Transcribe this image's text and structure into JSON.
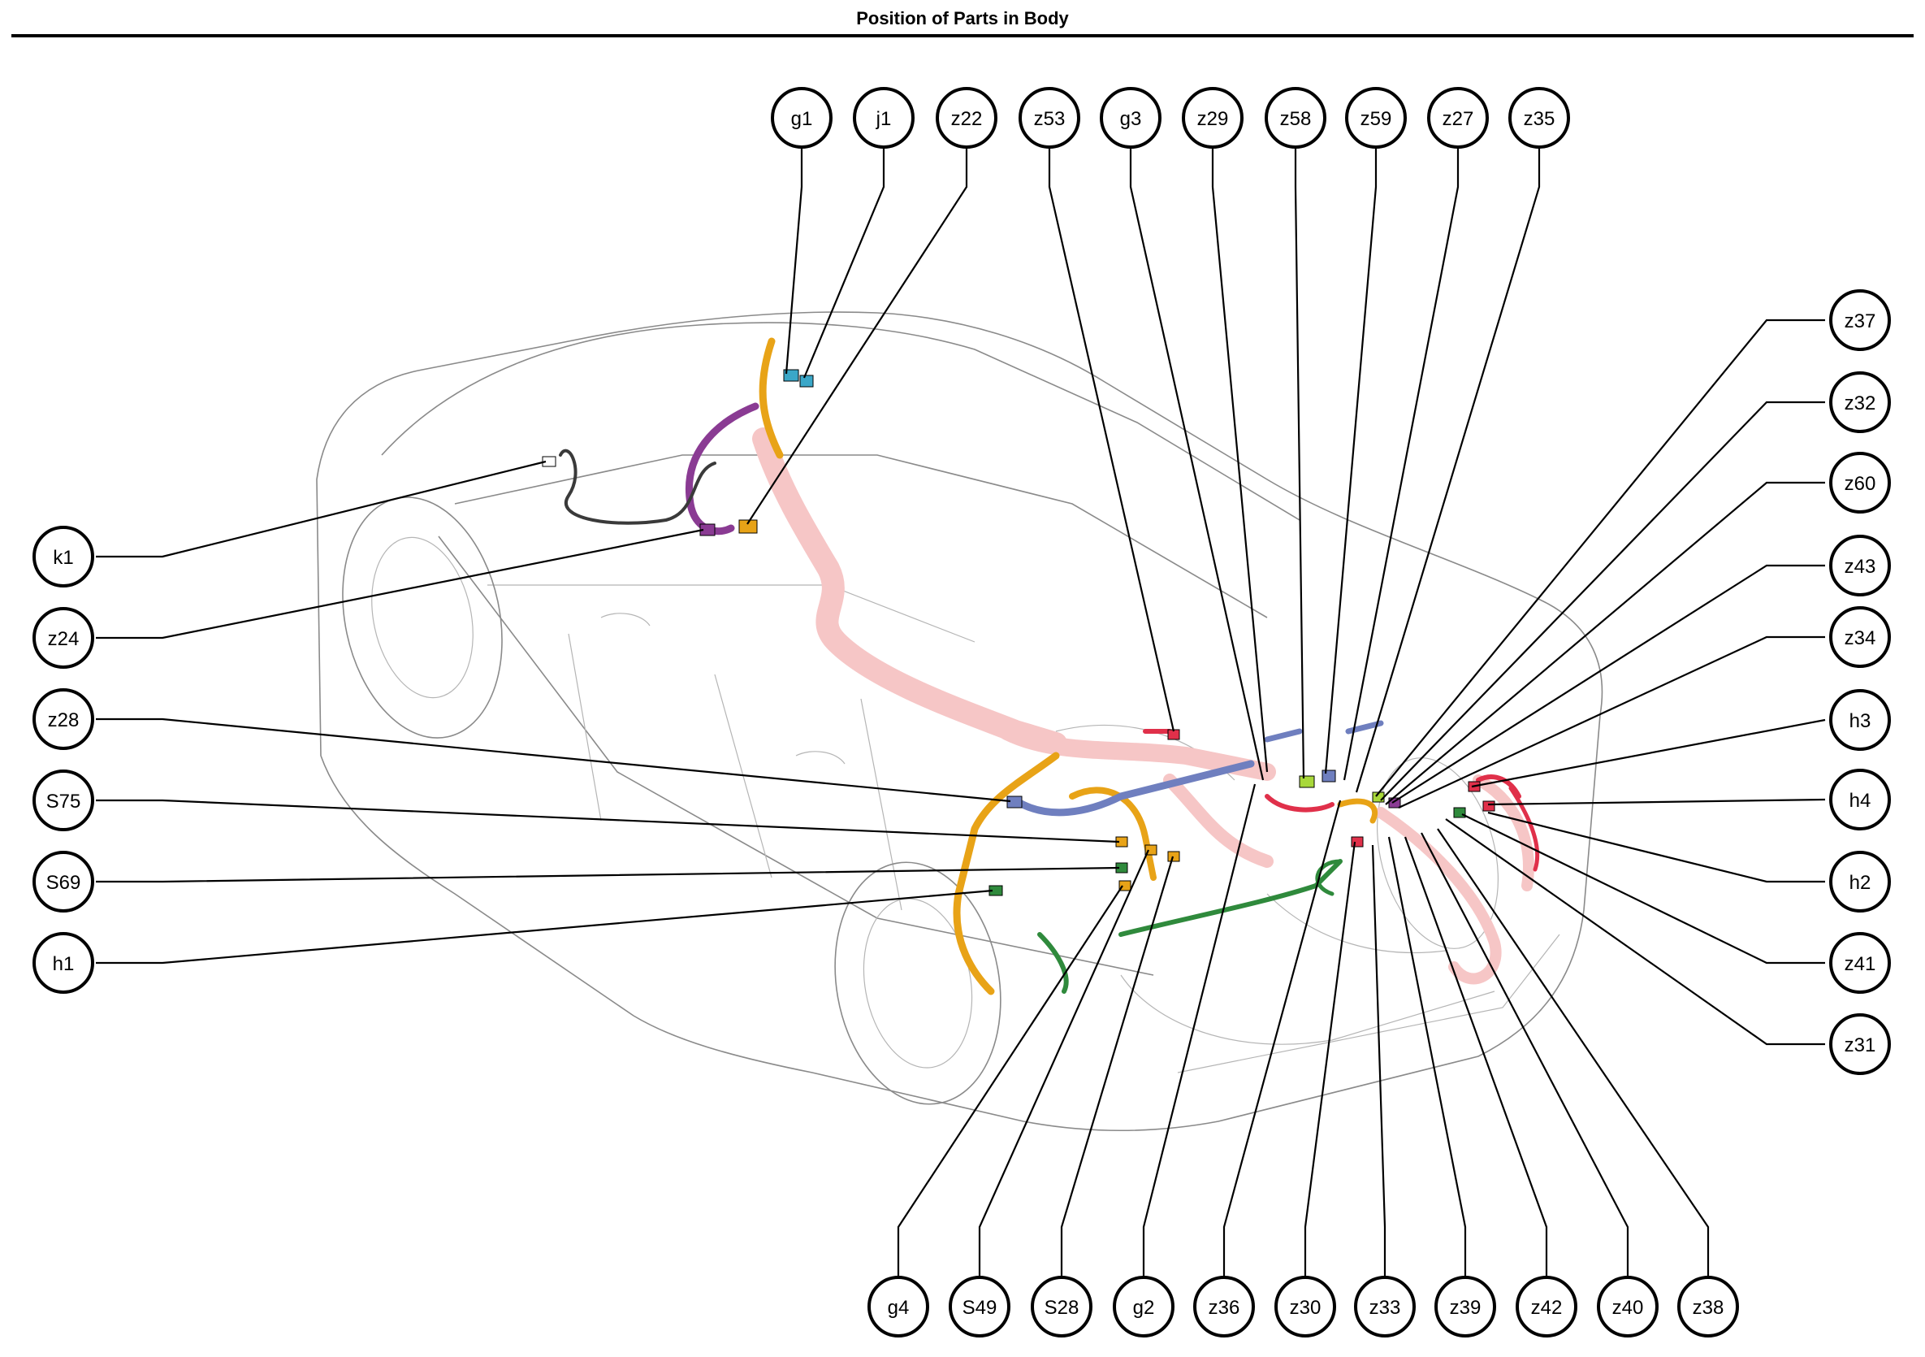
{
  "title": "Position of Parts in Body",
  "colors": {
    "harness_pink": "#f6c6c6",
    "harness_orange": "#e8a317",
    "harness_purple": "#8a3b93",
    "harness_blue": "#6f7fbf",
    "harness_green": "#2f8a3c",
    "harness_dark": "#3a3a3a",
    "connector_red": "#e0304a",
    "connector_lime": "#a8d83a",
    "connector_cyan": "#3aa7c8"
  },
  "callouts": [
    {
      "id": "g1",
      "label": "g1"
    },
    {
      "id": "j1",
      "label": "j1"
    },
    {
      "id": "z22",
      "label": "z22"
    },
    {
      "id": "z53",
      "label": "z53"
    },
    {
      "id": "g3",
      "label": "g3"
    },
    {
      "id": "z29",
      "label": "z29"
    },
    {
      "id": "z58",
      "label": "z58"
    },
    {
      "id": "z59",
      "label": "z59"
    },
    {
      "id": "z27",
      "label": "z27"
    },
    {
      "id": "z35",
      "label": "z35"
    },
    {
      "id": "z37",
      "label": "z37"
    },
    {
      "id": "z32",
      "label": "z32"
    },
    {
      "id": "z60",
      "label": "z60"
    },
    {
      "id": "z43",
      "label": "z43"
    },
    {
      "id": "z34",
      "label": "z34"
    },
    {
      "id": "h3",
      "label": "h3"
    },
    {
      "id": "h4",
      "label": "h4"
    },
    {
      "id": "h2",
      "label": "h2"
    },
    {
      "id": "z41",
      "label": "z41"
    },
    {
      "id": "z31",
      "label": "z31"
    },
    {
      "id": "k1",
      "label": "k1"
    },
    {
      "id": "z24",
      "label": "z24"
    },
    {
      "id": "z28",
      "label": "z28"
    },
    {
      "id": "S75",
      "label": "S75"
    },
    {
      "id": "S69",
      "label": "S69"
    },
    {
      "id": "h1",
      "label": "h1"
    },
    {
      "id": "g4",
      "label": "g4"
    },
    {
      "id": "S49",
      "label": "S49"
    },
    {
      "id": "S28",
      "label": "S28"
    },
    {
      "id": "g2",
      "label": "g2"
    },
    {
      "id": "z36",
      "label": "z36"
    },
    {
      "id": "z30",
      "label": "z30"
    },
    {
      "id": "z33",
      "label": "z33"
    },
    {
      "id": "z39",
      "label": "z39"
    },
    {
      "id": "z42",
      "label": "z42"
    },
    {
      "id": "z40",
      "label": "z40"
    },
    {
      "id": "z38",
      "label": "z38"
    }
  ]
}
